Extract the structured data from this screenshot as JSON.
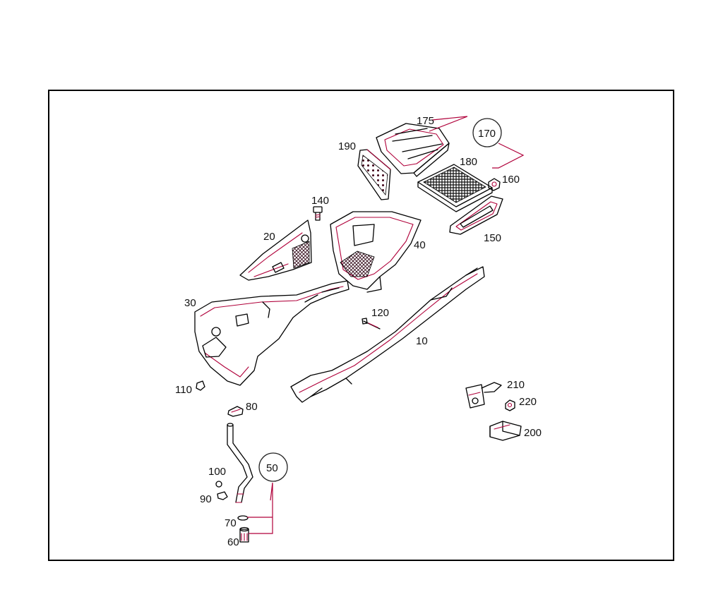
{
  "diagram": {
    "callouts": {
      "p10": "10",
      "p20": "20",
      "p30": "30",
      "p40": "40",
      "p50": "50",
      "p60": "60",
      "p70": "70",
      "p80": "80",
      "p90": "90",
      "p100": "100",
      "p110": "110",
      "p120": "120",
      "p140": "140",
      "p150": "150",
      "p160": "160",
      "p170": "170",
      "p175": "175",
      "p180": "180",
      "p190": "190",
      "p200": "200",
      "p210": "210",
      "p220": "220"
    },
    "colors": {
      "line": "#000000",
      "accent": "#b0003a",
      "background": "#ffffff"
    }
  }
}
